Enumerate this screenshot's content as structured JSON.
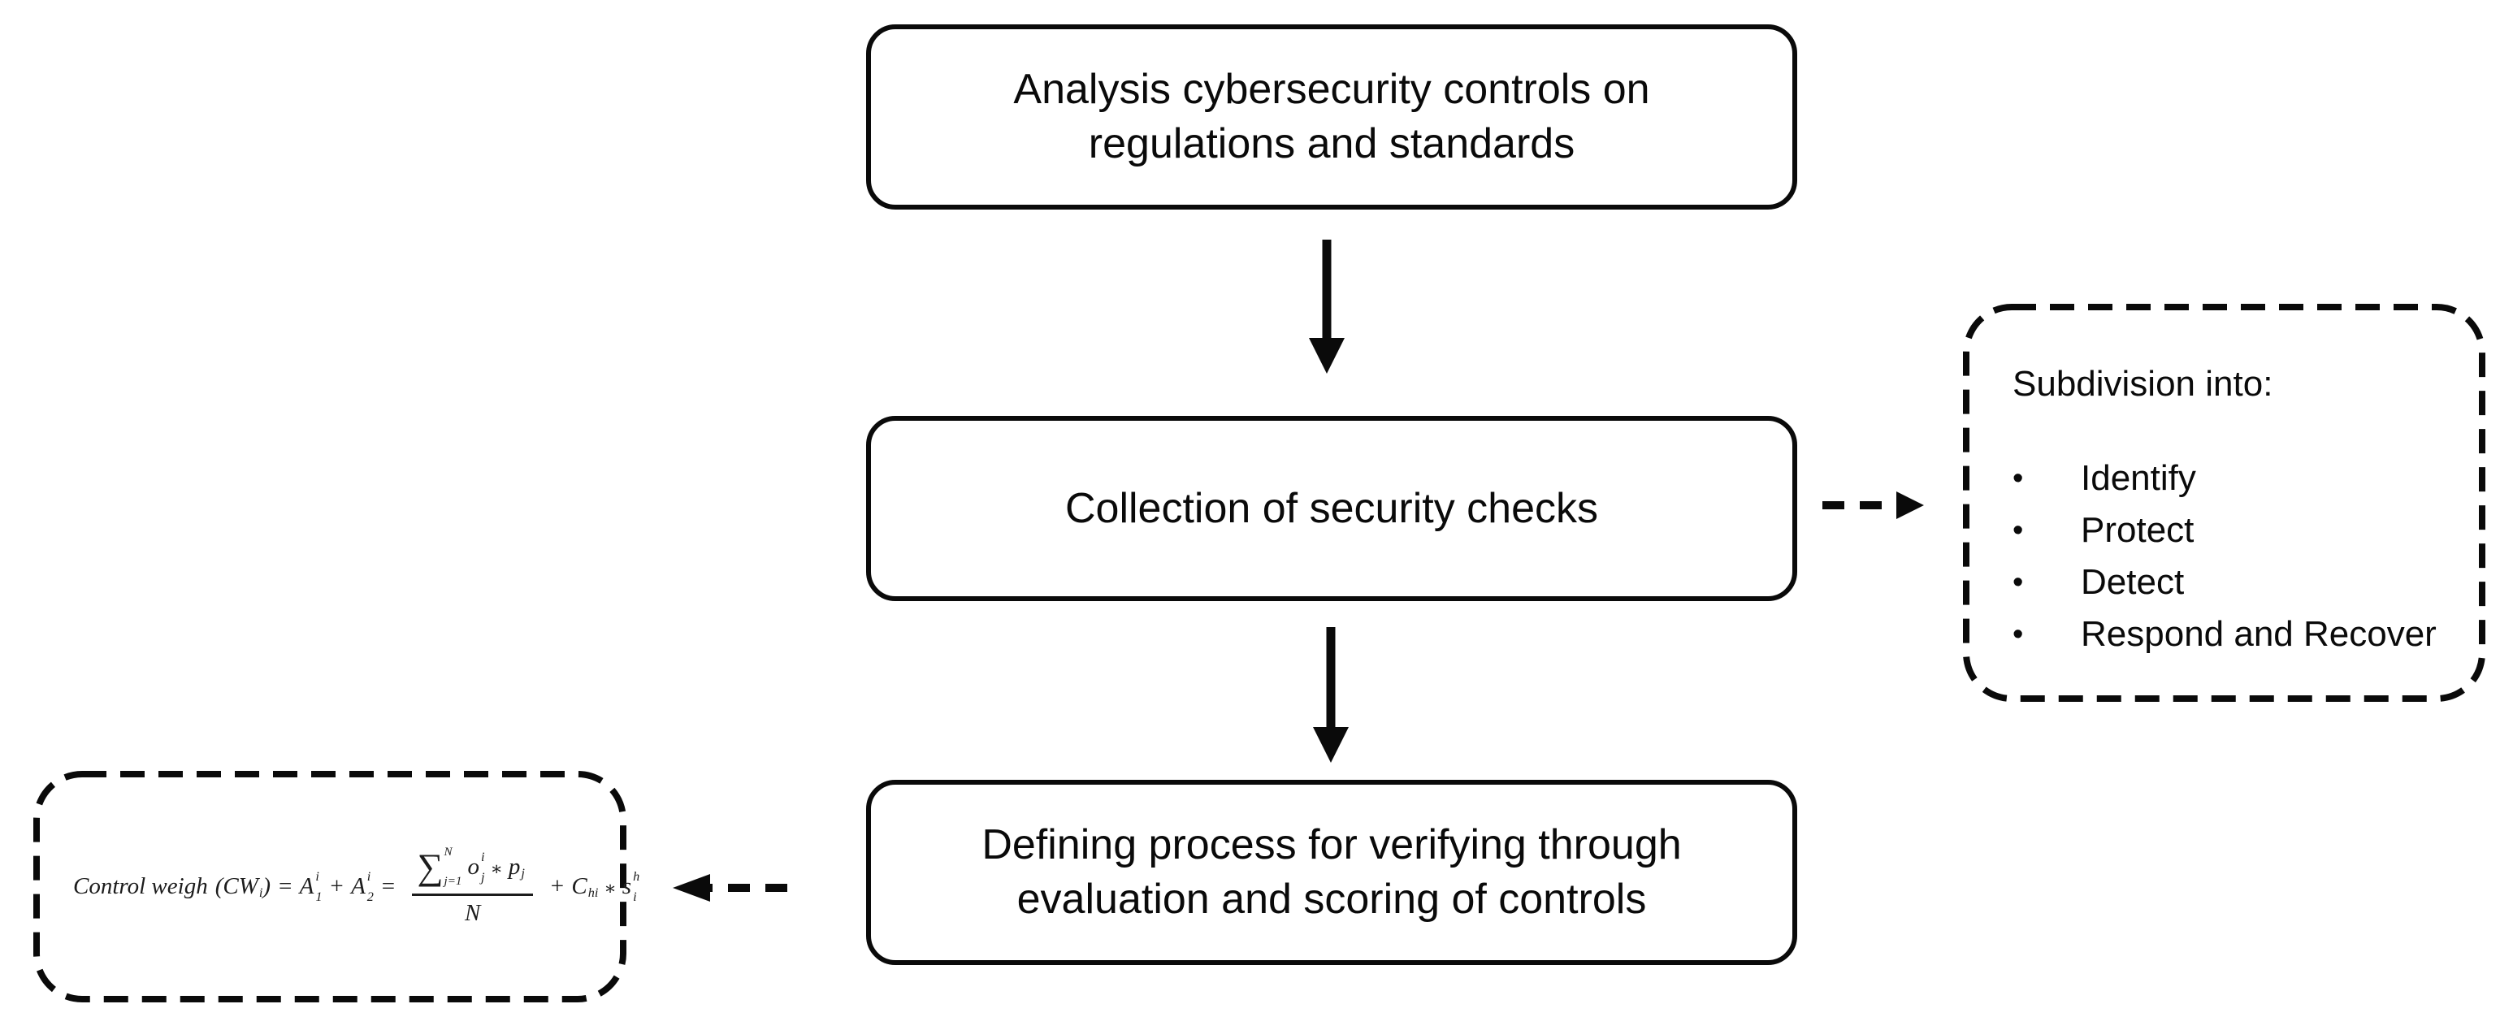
{
  "colors": {
    "ink": "#0a0a0a",
    "background": "#ffffff"
  },
  "flow": {
    "box_analysis": "Analysis cybersecurity controls on regulations and standards",
    "box_collection": "Collection of security checks",
    "box_defining": "Defining process for verifying through evaluation and scoring of controls"
  },
  "subdivision": {
    "title": "Subdivision into:",
    "bullet": "•",
    "items": [
      "Identify",
      "Protect",
      "Detect",
      "Respond and Recover"
    ]
  },
  "formula": {
    "plain": "Control weigh(CW_i) = A_1^i + A_2^i = (sum_{j=1}^{N} o_j^i * p_j) / N + C_hi * s_i^h",
    "control_weigh": "Control weigh",
    "lparen": "(",
    "cw": "CW",
    "cw_sub": "i",
    "rparen": ")",
    "eq1": "=",
    "a1_base": "A",
    "a1_sup": "i",
    "a1_sub": "1",
    "plus1": "+",
    "a2_base": "A",
    "a2_sup": "i",
    "a2_sub": "2",
    "eq2": "=",
    "sum": "∑",
    "sum_sup": "N",
    "sum_sub": "j=1",
    "o_base": "o",
    "o_sup": "i",
    "o_sub": "j",
    "ast1": "∗",
    "p_base": "p",
    "p_sub": "j",
    "denominator": "N",
    "plus2": "+",
    "c_base": "C",
    "c_sub": "hi",
    "ast2": "∗",
    "s_base": "s",
    "s_sup": "h",
    "s_sub": "i"
  }
}
